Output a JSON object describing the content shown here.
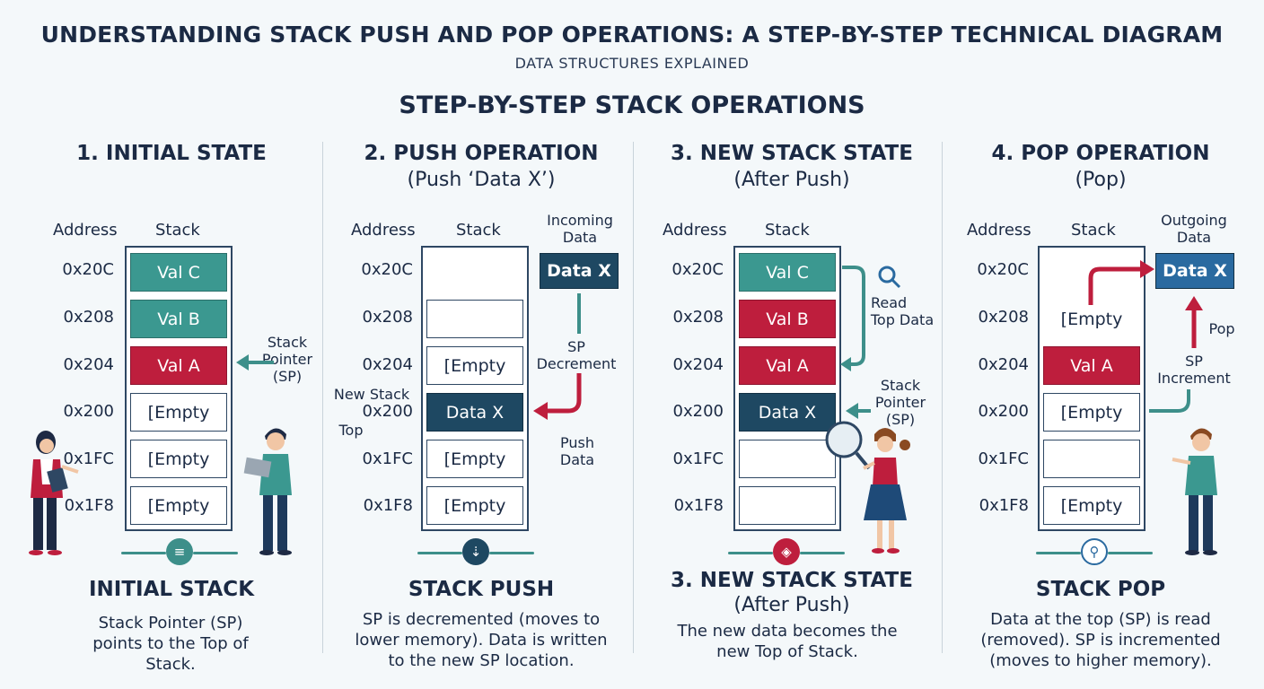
{
  "title": "UNDERSTANDING STACK PUSH AND POP OPERATIONS: A STEP-BY-STEP TECHNICAL DIAGRAM",
  "subtitle": "DATA STRUCTURES EXPLAINED",
  "section_title": "STEP-BY-STEP STACK OPERATIONS",
  "column_headers": {
    "address": "Address",
    "stack": "Stack"
  },
  "addresses": [
    "0x20C",
    "0x208",
    "0x204",
    "0x200",
    "0x1FC",
    "0x1F8"
  ],
  "panels": [
    {
      "heading": "1. INITIAL STATE",
      "subheading": "",
      "cells": [
        "Val C",
        "Val B",
        "Val A",
        "[Empty",
        "[Empty",
        "[Empty"
      ],
      "labels": {
        "sp_line1": "Stack",
        "sp_line2": "Pointer",
        "sp_line3": "(SP)"
      },
      "caption": "INITIAL STACK",
      "description": "Stack Pointer (SP) points to the Top of Stack."
    },
    {
      "heading": "2. PUSH OPERATION",
      "subheading": "(Push ‘Data X’)",
      "cells": [
        "",
        "",
        "[Empty",
        "Data X",
        "[Empty",
        "[Empty"
      ],
      "labels": {
        "incoming_line1": "Incoming",
        "incoming_line2": "Data",
        "chip": "Data X",
        "sp_dec_line1": "SP",
        "sp_dec_line2": "Decrement",
        "push_line1": "Push",
        "push_line2": "Data",
        "new_top_line1": "New Stack",
        "new_top_line3": "Top"
      },
      "caption": "STACK PUSH",
      "description": "SP is decremented (moves to lower memory). Data is written to the new SP location."
    },
    {
      "heading": "3. NEW STACK STATE",
      "subheading": "(After Push)",
      "cells": [
        "Val C",
        "Val B",
        "Val A",
        "Data X",
        "",
        ""
      ],
      "labels": {
        "read_line1": "Read",
        "read_line2": "Top Data",
        "sp_line1": "Stack",
        "sp_line2": "Pointer",
        "sp_line3": "(SP)"
      },
      "caption_line1": "3. NEW STACK STATE",
      "caption_line2": "(After Push)",
      "description": "The new data becomes the new Top of Stack."
    },
    {
      "heading": "4. POP OPERATION",
      "subheading": "(Pop)",
      "cells": [
        "",
        "[Empty",
        "Val A",
        "[Empty",
        "",
        "[Empty"
      ],
      "labels": {
        "outgoing_line1": "Outgoing",
        "outgoing_line2": "Data",
        "chip": "Data X",
        "pop": "Pop",
        "sp_inc_line1": "SP",
        "sp_inc_line2": "Increment"
      },
      "caption": "STACK POP",
      "description": "Data at the top (SP) is read (removed). SP is incremented (moves to higher memory)."
    }
  ],
  "colors": {
    "teal": "#3b9890",
    "red": "#be1e3d",
    "navy": "#1e4862",
    "blue": "#2a6aa0",
    "text": "#1b2a44"
  }
}
